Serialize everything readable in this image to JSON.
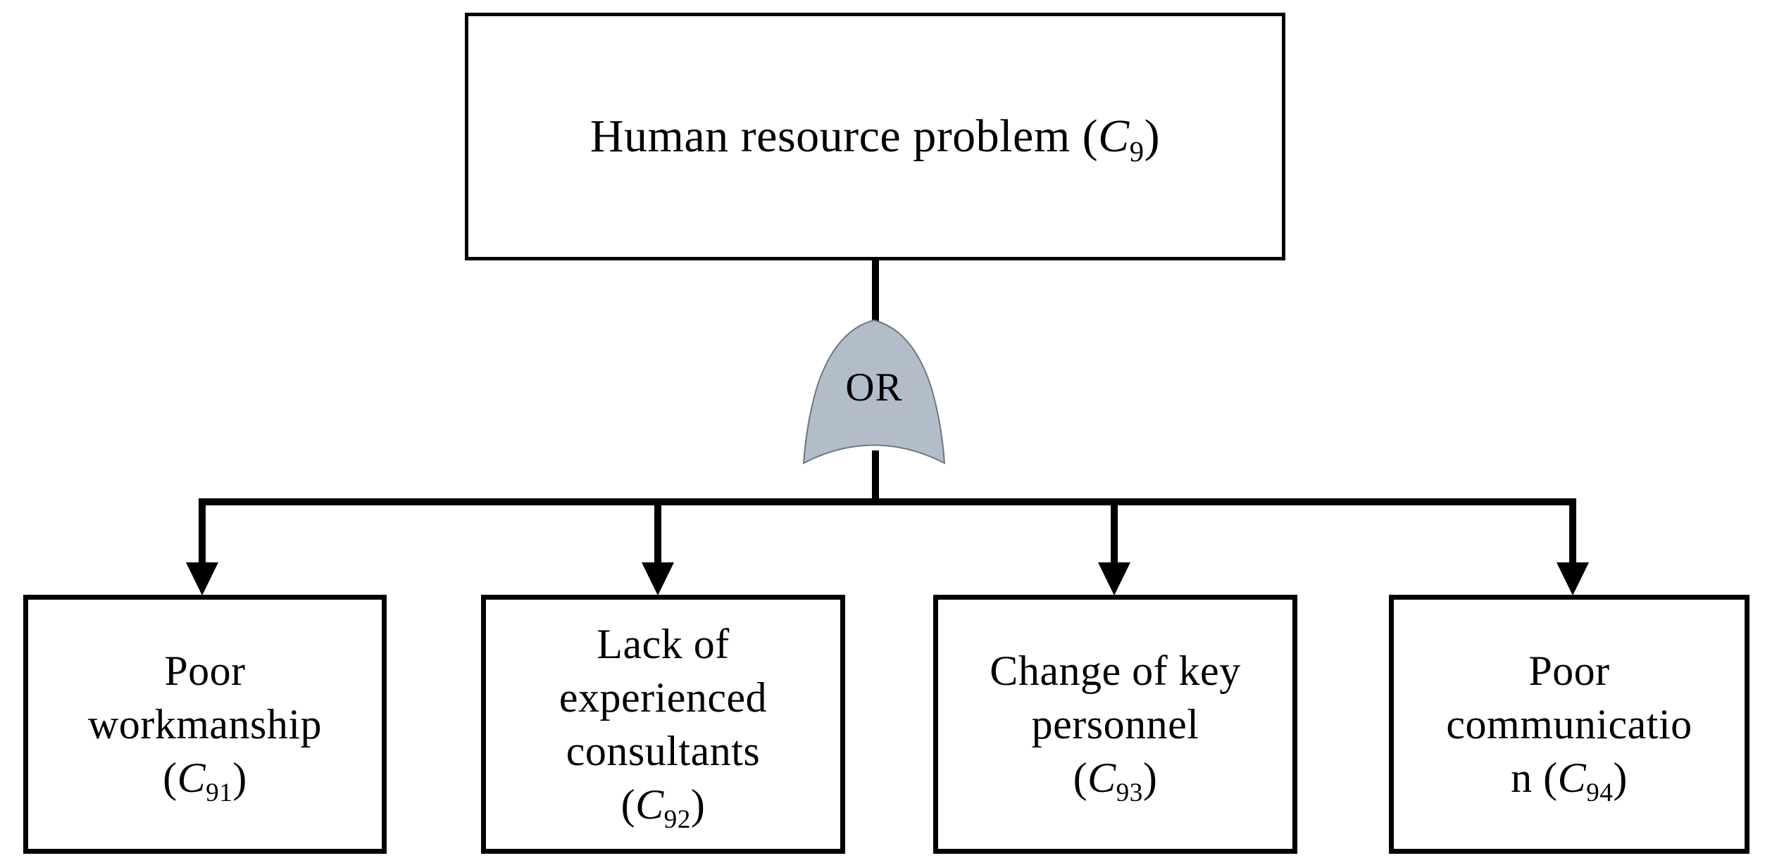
{
  "gate": {
    "label": "OR",
    "fill": "#b3bdc9",
    "stroke": "#6e7883"
  },
  "root": {
    "pre": "Human resource problem (",
    "sym": "C",
    "sub": "9",
    "post": ")"
  },
  "children": [
    {
      "lines": [
        "Poor",
        "workmanship"
      ],
      "formula": {
        "pre": "(",
        "sym": "C",
        "sub": "91",
        "post": ")"
      }
    },
    {
      "lines": [
        "Lack of",
        "experienced",
        "consultants"
      ],
      "formula": {
        "pre": "(",
        "sym": "C",
        "sub": "92",
        "post": ")"
      }
    },
    {
      "lines": [
        "Change of key",
        "personnel"
      ],
      "formula": {
        "pre": "(",
        "sym": "C",
        "sub": "93",
        "post": ")"
      }
    },
    {
      "lines": [
        "Poor",
        "communicatio"
      ],
      "formula": {
        "pre": "n (",
        "sym": "C",
        "sub": "94",
        "post": ")"
      }
    }
  ],
  "colors": {
    "line": "#000000",
    "background": "#ffffff",
    "box_border": "#000000"
  }
}
